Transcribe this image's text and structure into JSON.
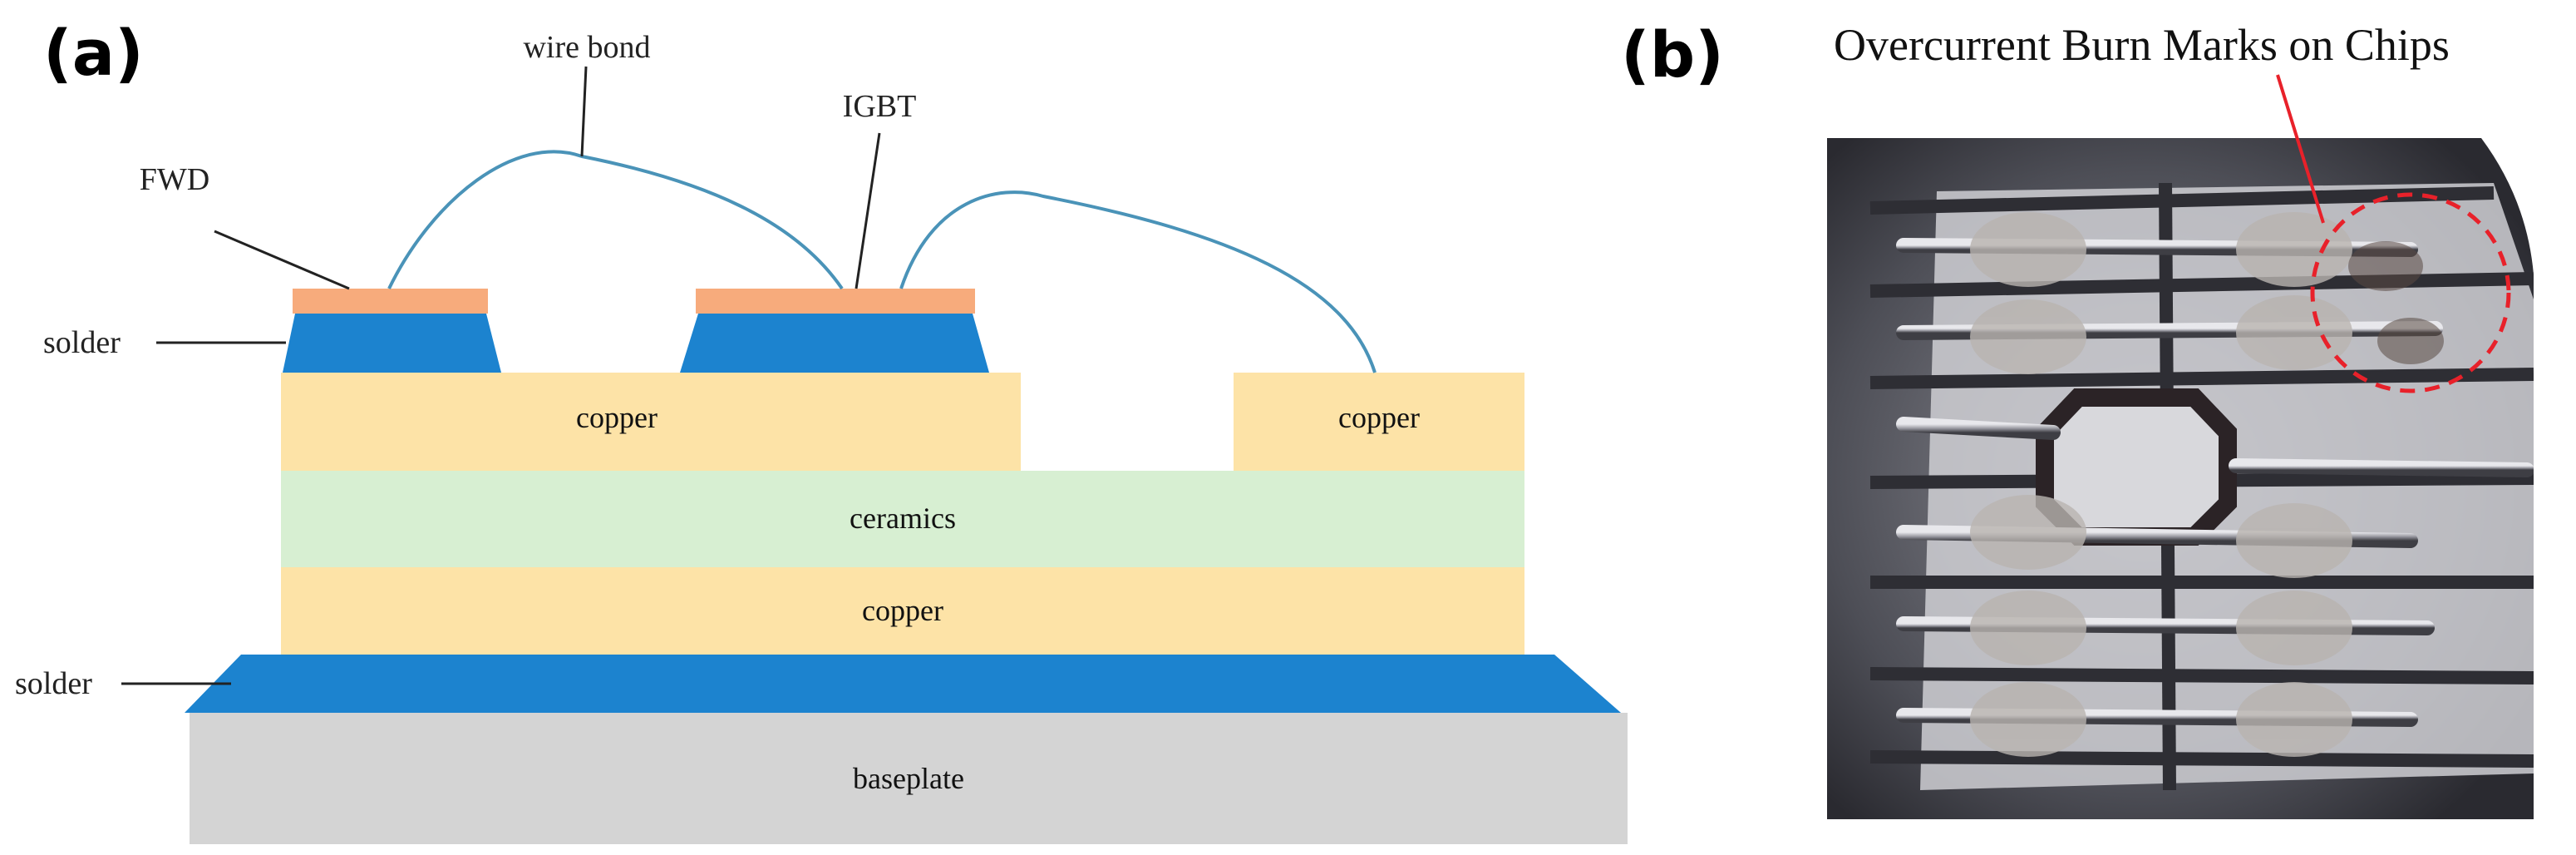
{
  "panel_a": {
    "label": "(a)",
    "callouts": {
      "wire_bond": "wire bond",
      "igbt": "IGBT",
      "fwd": "FWD",
      "solder_top": "solder",
      "solder_bottom": "solder"
    },
    "layers": {
      "copper_top_left": "copper",
      "copper_top_right": "copper",
      "ceramics": "ceramics",
      "copper_bottom": "copper",
      "baseplate": "baseplate"
    },
    "colors": {
      "copper": "#fde3a7",
      "ceramics": "#d7efd2",
      "solder": "#1c83cf",
      "chip": "#f7ab7c",
      "baseplate": "#d4d4d4",
      "wire": "#4a93b8"
    }
  },
  "panel_b": {
    "label": "(b)",
    "annotation": "Overcurrent Burn Marks on Chips",
    "colors": {
      "highlight": "#e8212a"
    }
  }
}
